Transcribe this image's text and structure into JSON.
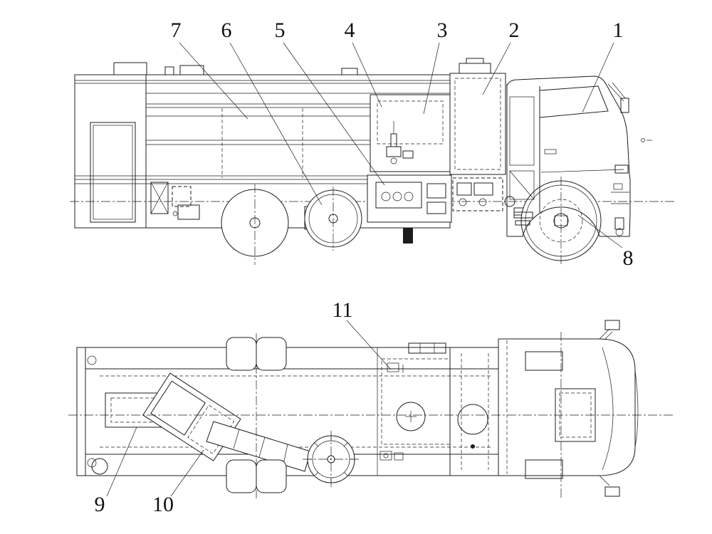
{
  "figure": {
    "colors": {
      "background": "#ffffff",
      "line": "#1c1c1c",
      "label": "#111111"
    },
    "callouts": [
      {
        "text": "1"
      },
      {
        "text": "2"
      },
      {
        "text": "3"
      },
      {
        "text": "4"
      },
      {
        "text": "5"
      },
      {
        "text": "6"
      },
      {
        "text": "7"
      },
      {
        "text": "8"
      },
      {
        "text": "9"
      },
      {
        "text": "10"
      },
      {
        "text": "11"
      }
    ]
  }
}
